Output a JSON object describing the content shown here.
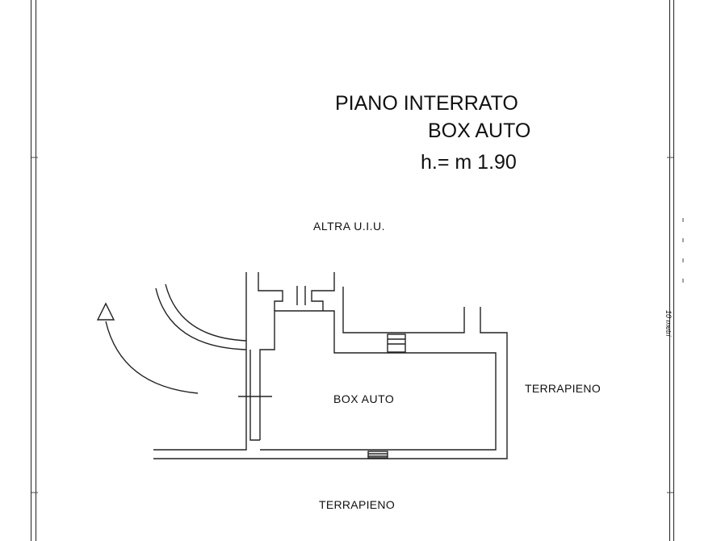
{
  "drawing": {
    "title_line1": "PIANO INTERRATO",
    "title_line2": "BOX AUTO",
    "height_note": "h.= m 1.90",
    "adjacent_unit": "ALTRA U.I.U.",
    "room_label": "BOX AUTO",
    "side_label_right": "TERRAPIENO",
    "side_label_bottom": "TERRAPIENO",
    "scale_note": "10 metri"
  },
  "colors": {
    "line": "#222222",
    "background": "#ffffff"
  }
}
